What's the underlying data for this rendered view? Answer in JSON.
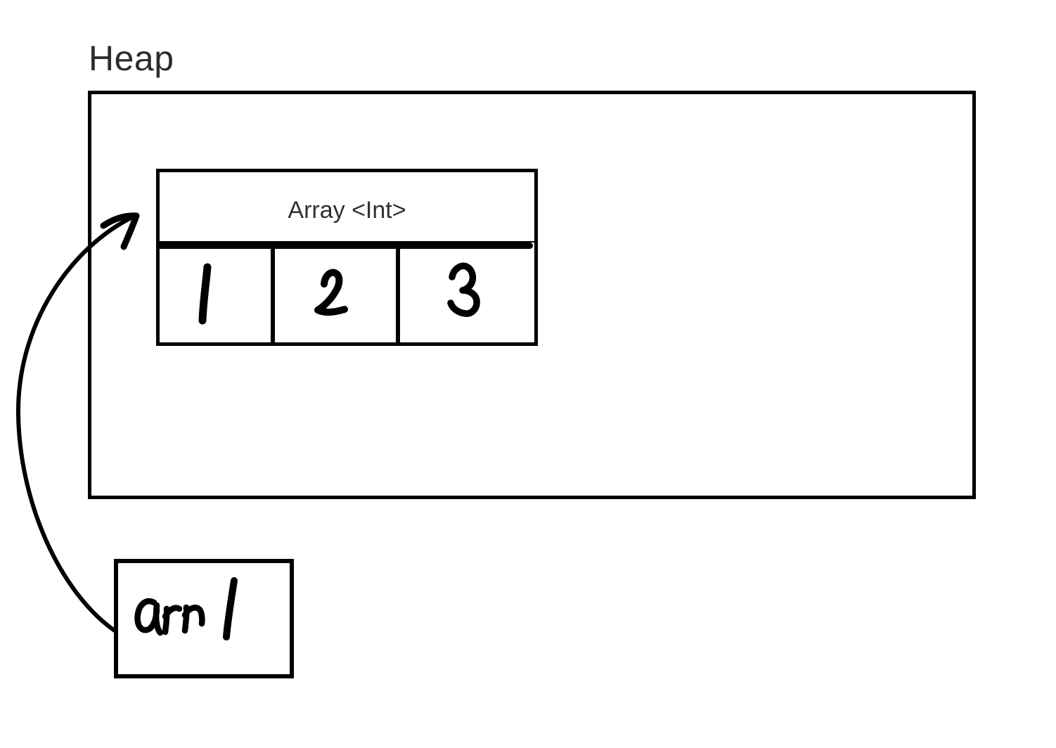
{
  "heap": {
    "label": "Heap"
  },
  "array_object": {
    "title": "Array <Int>",
    "cells": [
      "1",
      "2",
      "3"
    ]
  },
  "variable": {
    "name": "arr 1"
  },
  "arrow": {
    "from": "arr 1",
    "to": "Array <Int>"
  },
  "colors": {
    "stroke": "#000000",
    "label_text": "#2d2d2d",
    "background": "#ffffff"
  }
}
